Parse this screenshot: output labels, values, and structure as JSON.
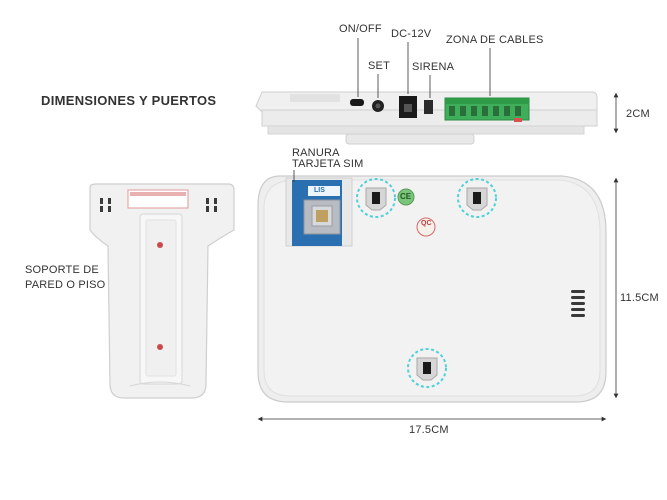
{
  "title": "DIMENSIONES Y PUERTOS",
  "ports": {
    "on_off": "ON/OFF",
    "set": "SET",
    "dc": "DC-12V",
    "sirena": "SIRENA",
    "zona": "ZONA DE CABLES"
  },
  "sim_slot": {
    "line1": "RANURA",
    "line2": "TARJETA SIM"
  },
  "sim_tag": "LIS",
  "stand": {
    "line1": "SOPORTE DE",
    "line2": "PARED O PISO"
  },
  "dimensions": {
    "height": "2CM",
    "depth": "11.5CM",
    "width": "17.5CM"
  },
  "cert": {
    "ce": "CE",
    "qc": "QC"
  },
  "colors": {
    "highlight": "#4fd1d9",
    "terminal": "#3fae5a",
    "sim_blue": "#2a6fb0",
    "accent": "#e0a0a0"
  }
}
